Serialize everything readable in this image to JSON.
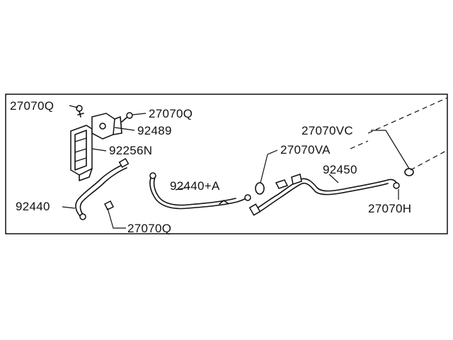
{
  "labels": {
    "p27070q_a": "27070Q",
    "p27070q_b": "27070Q",
    "p92489": "92489",
    "p92256n": "92256N",
    "p92440": "92440",
    "p27070q_c": "27070Q",
    "p92440a": "92440+A",
    "p27070vc": "27070VC",
    "p27070va": "27070VA",
    "p92450": "92450",
    "p27070h": "27070H"
  },
  "colors": {
    "line": "#111111",
    "background": "#ffffff"
  }
}
